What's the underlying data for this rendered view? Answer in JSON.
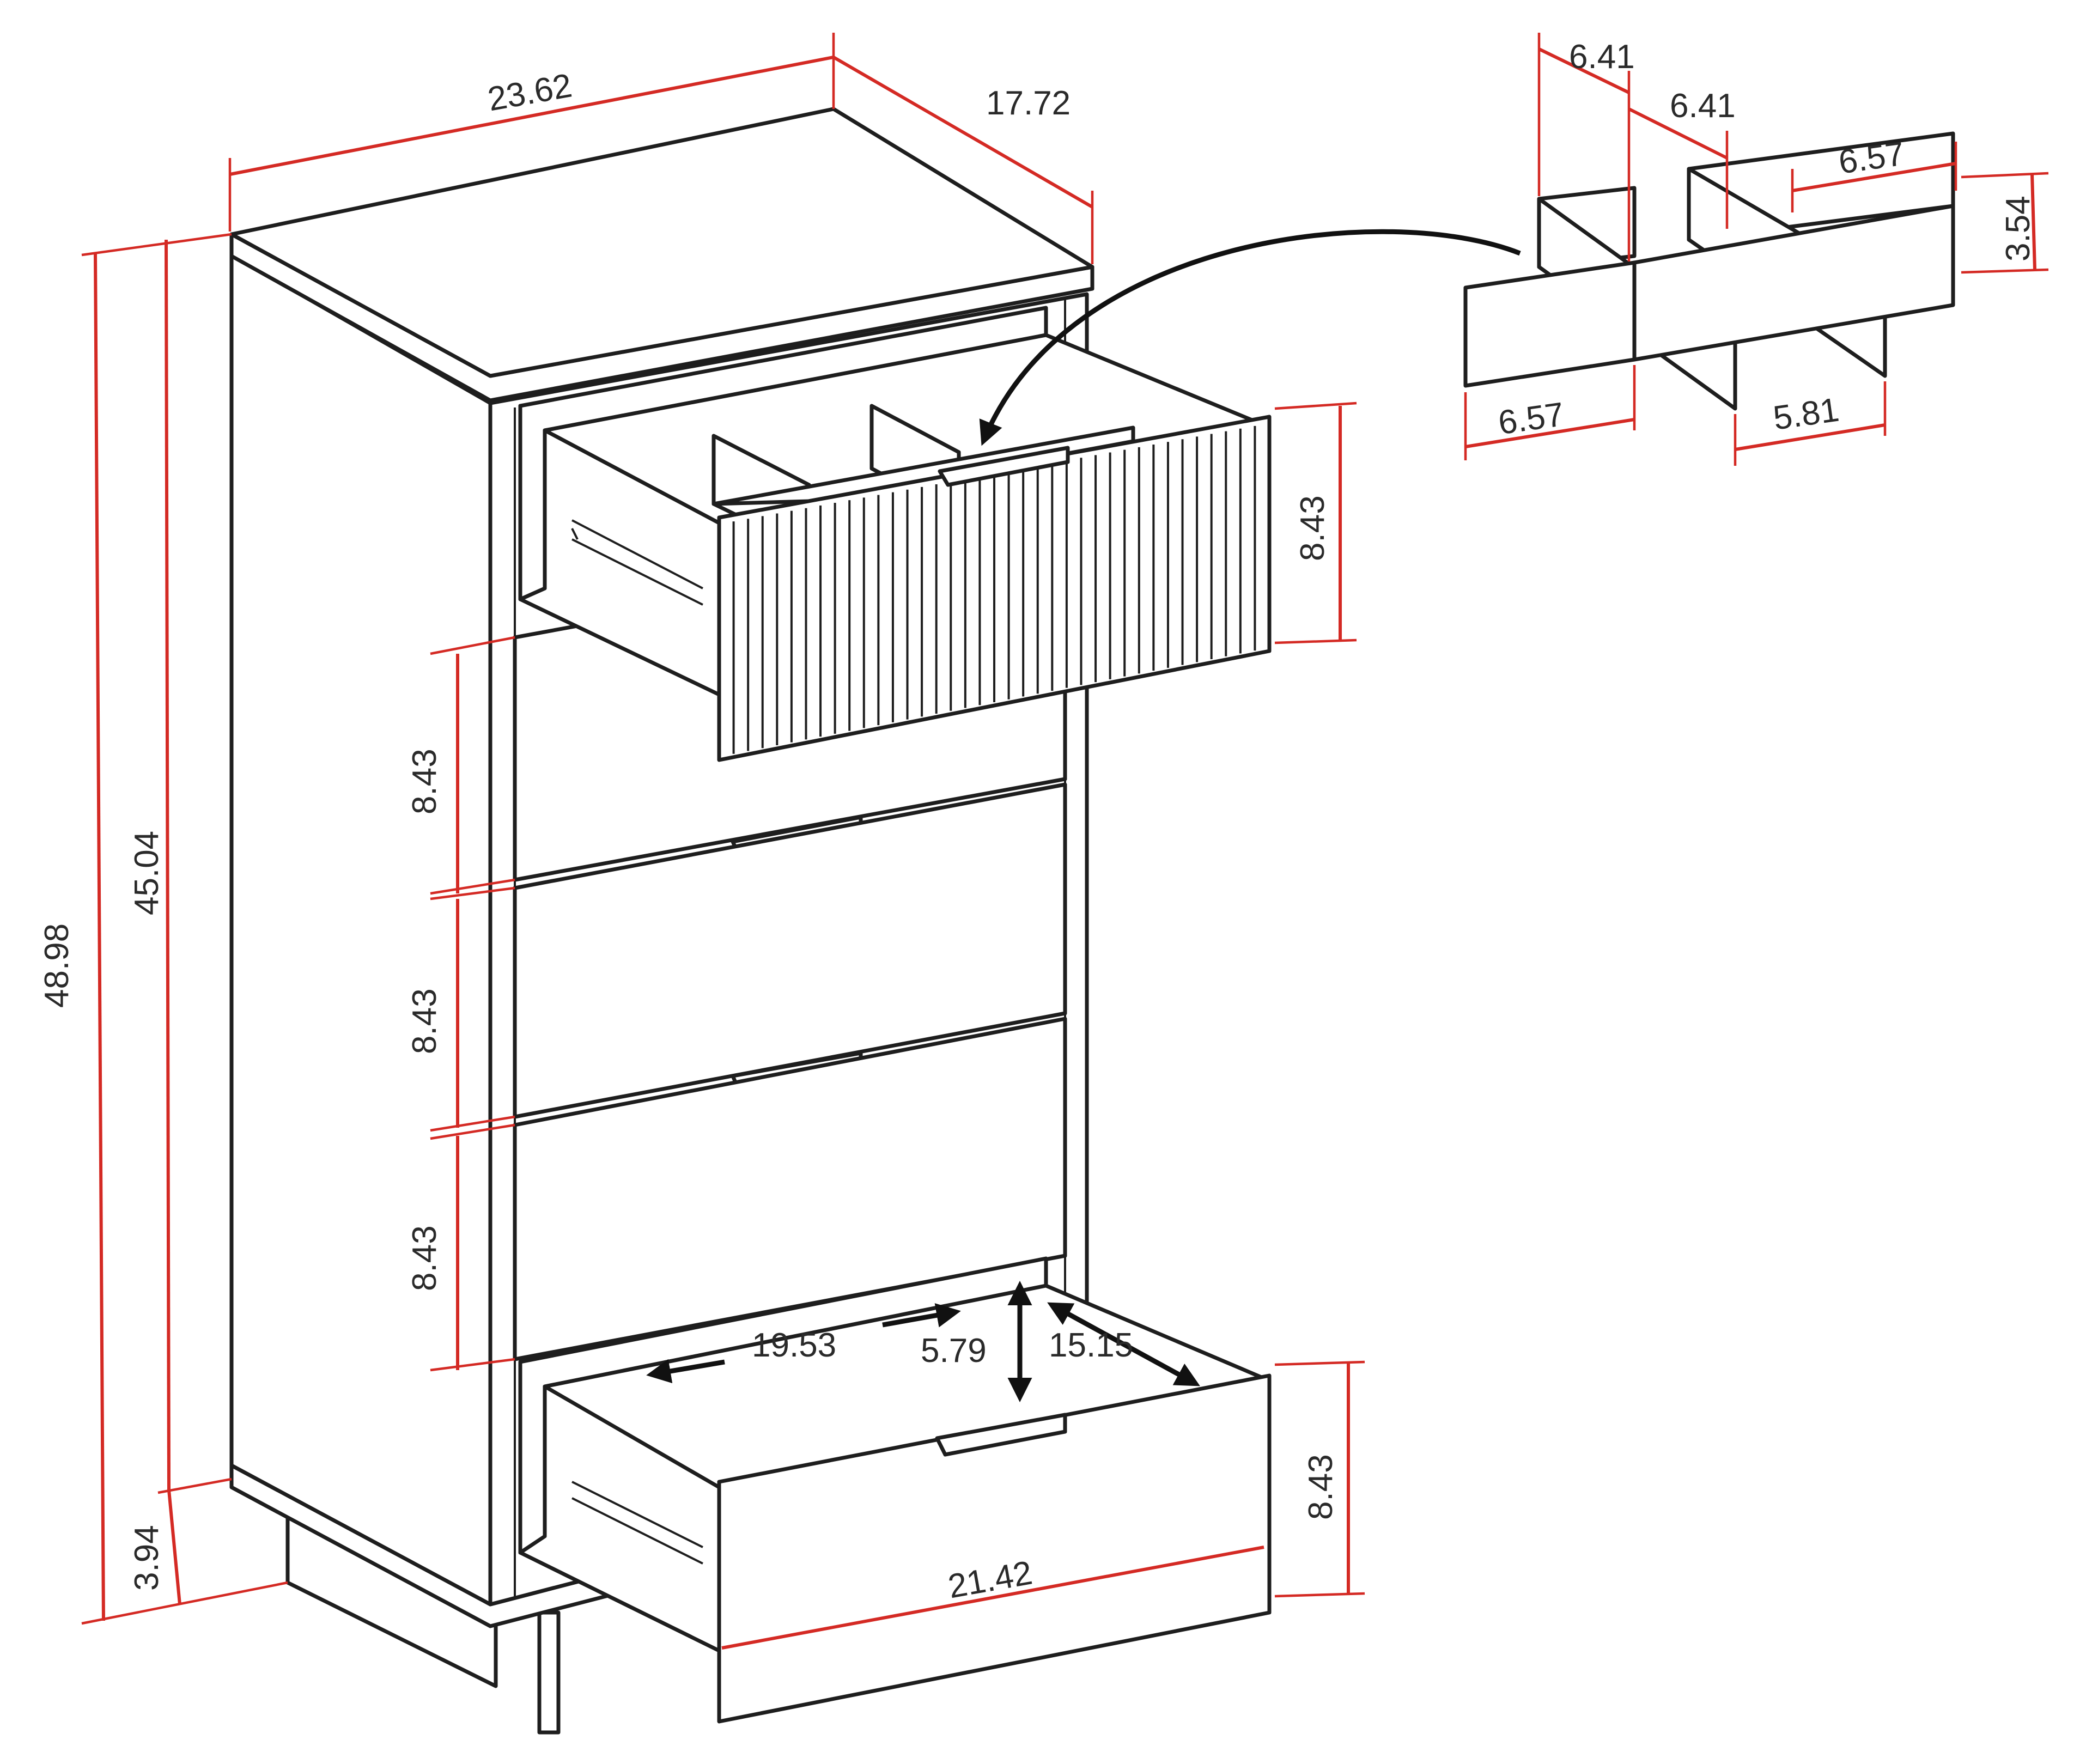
{
  "dimensions": {
    "overall_width": "23.62",
    "depth": "17.72",
    "overall_height": "48.98",
    "cabinet_height": "45.04",
    "leg_height": "3.94",
    "top_drawer_height": "8.43",
    "drawer_2_height": "8.43",
    "drawer_3_height": "8.43",
    "drawer_4_height": "8.43",
    "bottom_drawer_height": "8.43",
    "drawer_front_width": "21.42",
    "interior_width": "19.53",
    "interior_height": "5.79",
    "interior_depth": "15.15"
  },
  "divider_dimensions": {
    "a": "6.41",
    "b": "6.41",
    "c": "6.57",
    "height": "3.54",
    "d": "6.57",
    "e": "5.81"
  },
  "colors": {
    "dimension_line": "#d42a24",
    "outline": "#1e1e1e",
    "label": "#2a2a2a"
  }
}
